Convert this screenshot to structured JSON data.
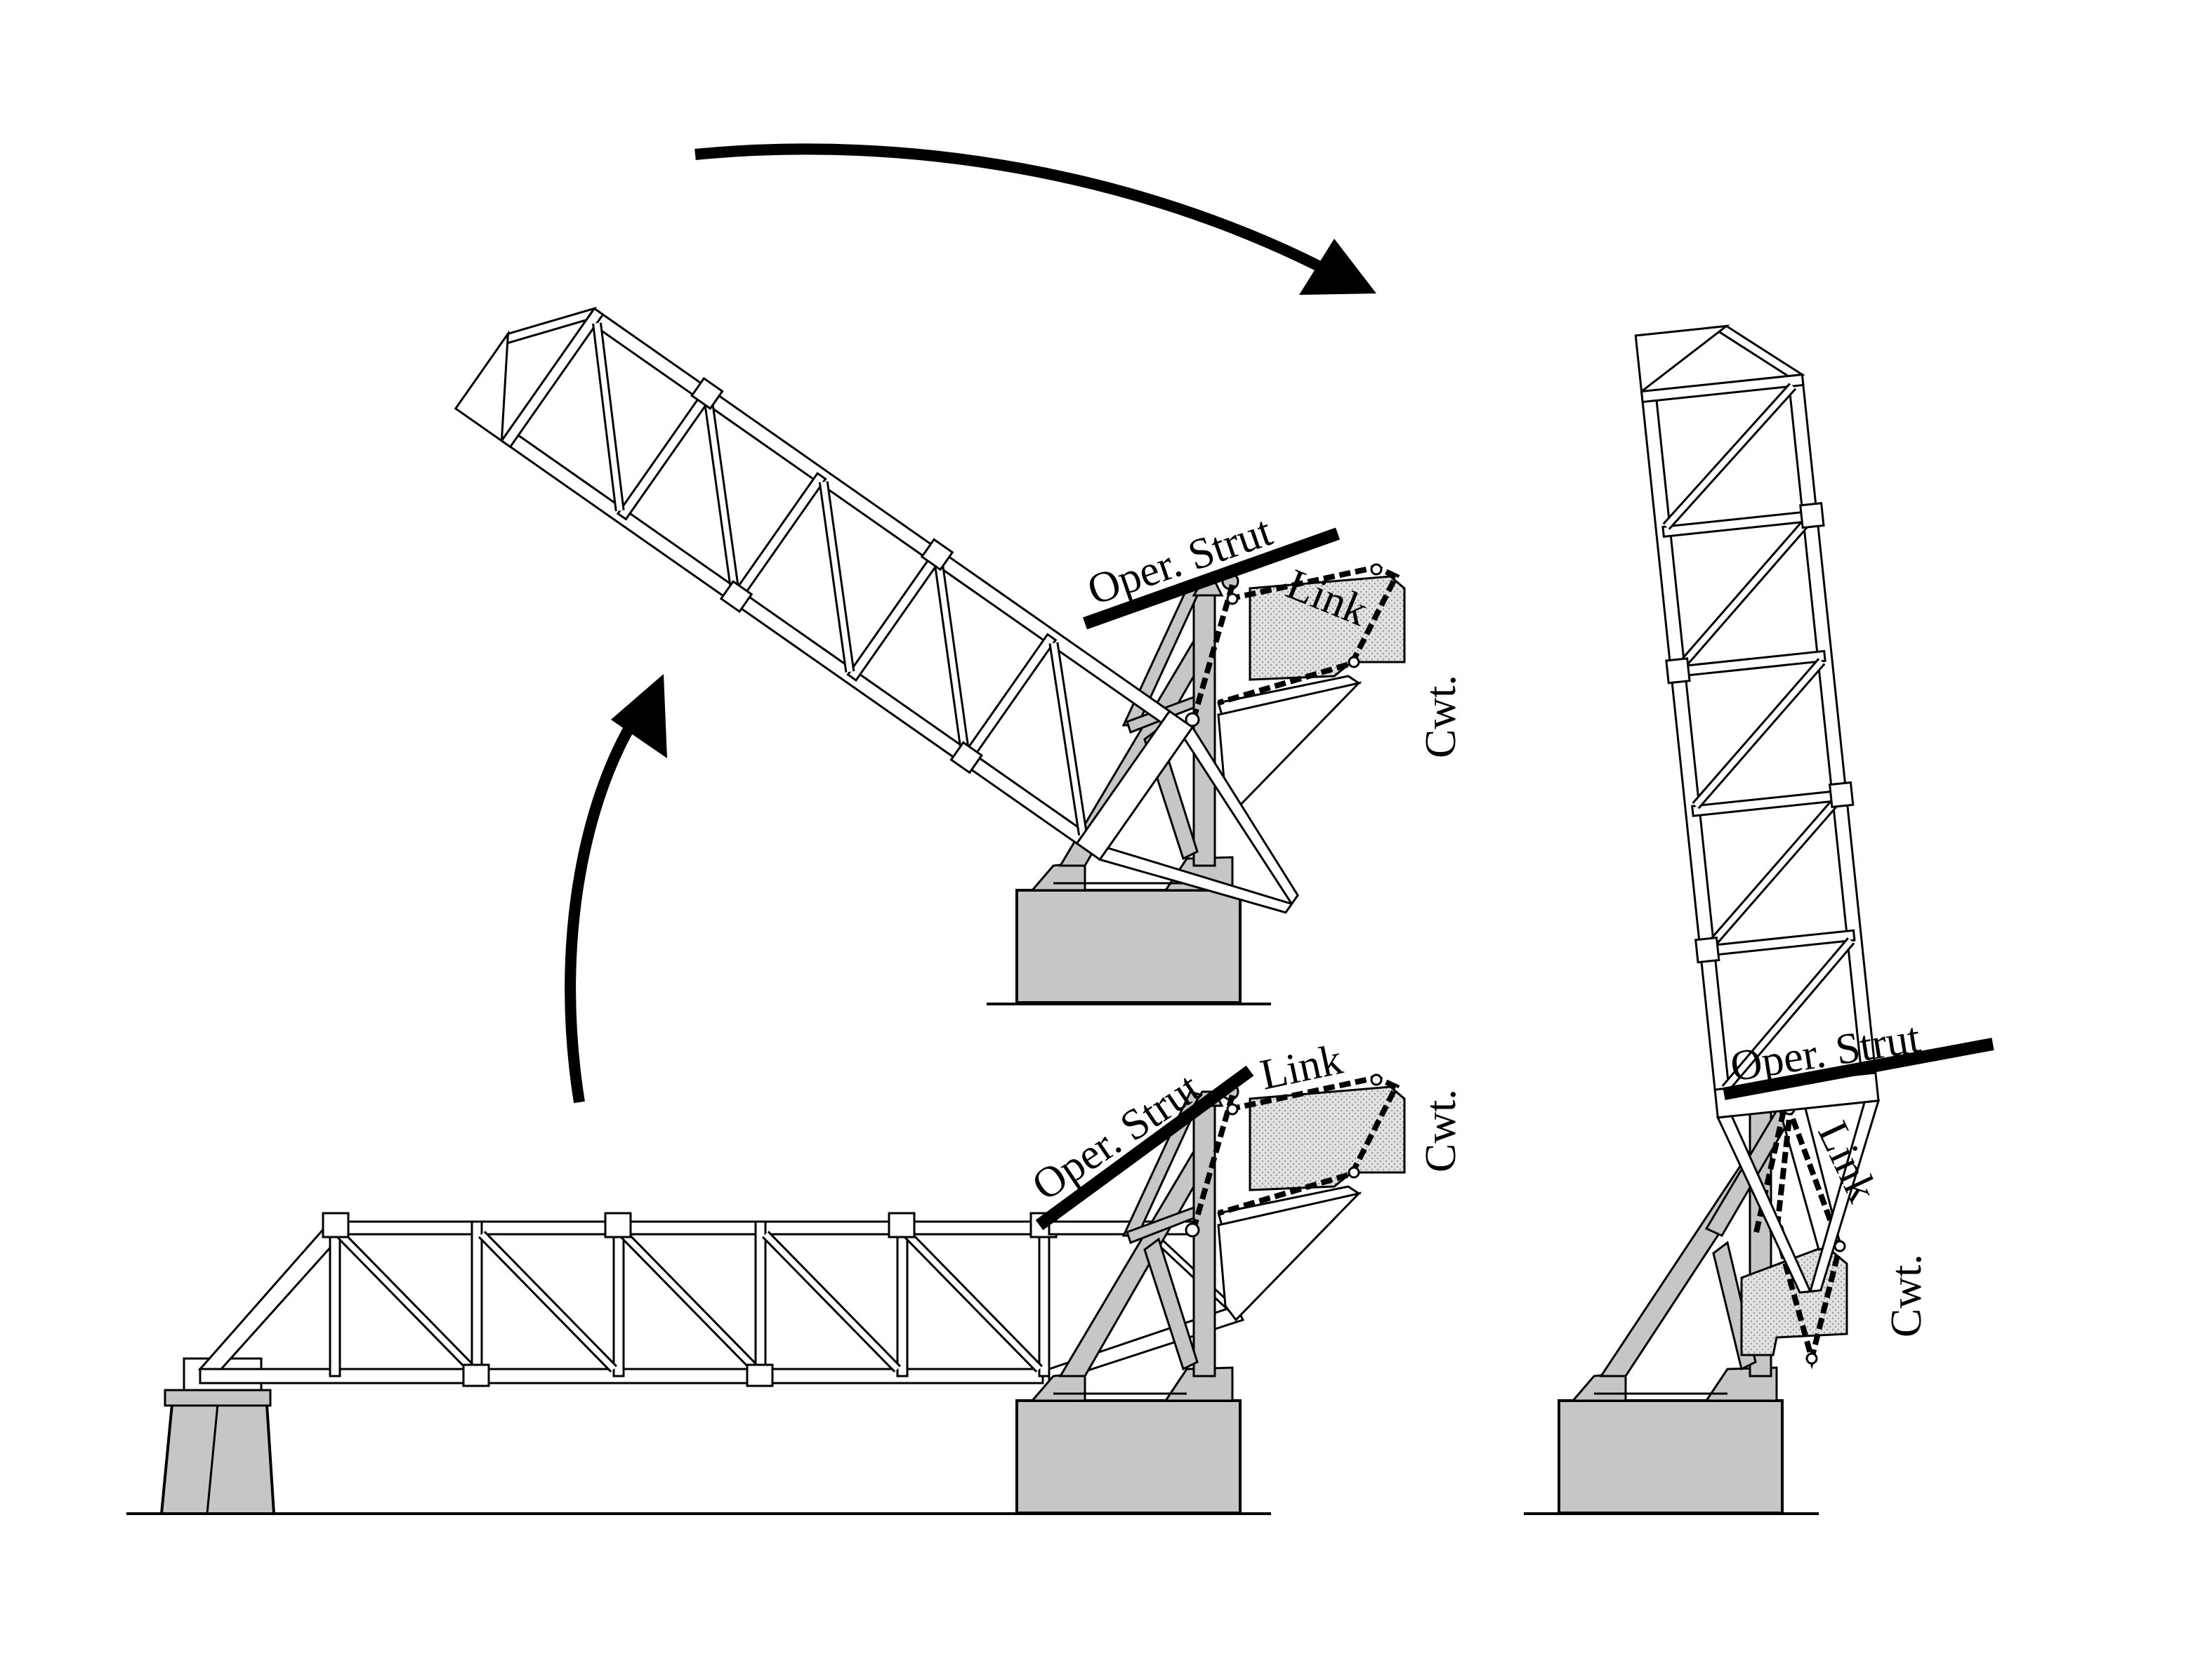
{
  "labels": {
    "oper_strut": "Oper. Strut",
    "link": "Link",
    "cwt": "Cwt."
  },
  "colors": {
    "ink": "#000000",
    "concrete": "#c6c6c6",
    "counterweight": "#d9d9d9",
    "truss_fill": "#ffffff"
  },
  "icons": {
    "rotation_arrow": "curved-arrow-icon"
  }
}
